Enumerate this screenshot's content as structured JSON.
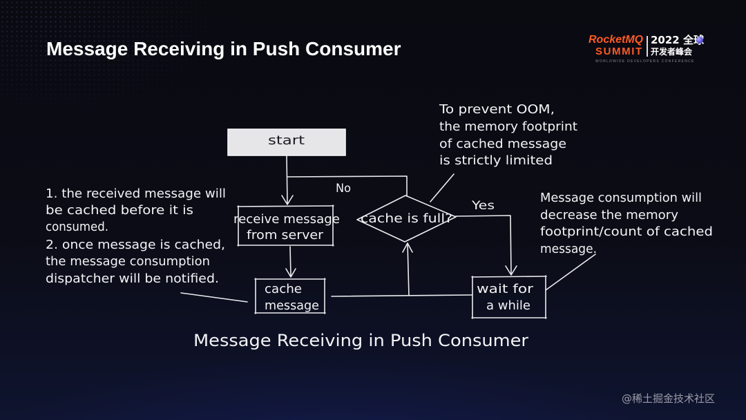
{
  "slide": {
    "title": "Message Receiving in Push Consumer",
    "caption": "Message Receiving in Push Consumer",
    "watermark": "@稀土掘金技术社区"
  },
  "logo": {
    "brand": "RocketMQ",
    "edition": "2022 全球",
    "event": "SUMMIT",
    "event_cn": "开发者峰会",
    "tagline": "WORLDWIDE DEVELOPERS CONFERENCE"
  },
  "flowchart": {
    "start": "start",
    "receive": [
      "receive message",
      "from server"
    ],
    "cache": [
      "cache",
      "message"
    ],
    "decision": "cache is full?",
    "wait": [
      "wait for",
      "a while"
    ],
    "no_label": "No",
    "yes_label": "Yes"
  },
  "annotations": {
    "oom_limit": [
      "To prevent OOM,",
      "the memory footprint",
      "of cached message",
      "is strictly limited"
    ],
    "cache_notes": [
      "1. the received message will",
      "be cached before it is",
      "consumed.",
      "2. once message is cached,",
      "the message consumption",
      "dispatcher will be notified."
    ],
    "consumption": [
      "Message consumption will",
      "decrease the memory",
      "footprint/count of cached",
      "message."
    ]
  },
  "colors": {
    "background": "#0b0b12",
    "stroke": "#ececf0",
    "text": "#f3f3f6",
    "start_fill": "#e6e6e8",
    "brand_orange": "#ff5a26",
    "watermark": "#9c9ca8"
  }
}
